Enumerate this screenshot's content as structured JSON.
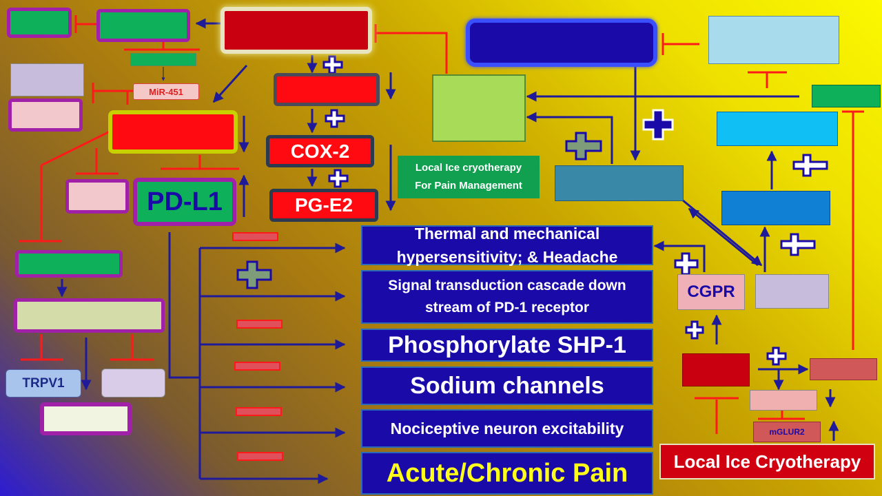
{
  "labels": {
    "mir451": "MiR-451",
    "pdl1": "PD-L1",
    "cox2": "COX-2",
    "pge2": "PG-E2",
    "local_ice_note_line1": "Local Ice cryotherapy",
    "local_ice_note_line2": "For Pain Management",
    "cgpr": "CGPR",
    "trpv1": "TRPV1",
    "mglur2": "mGLUR2",
    "local_ice_cryotherapy": "Local Ice Cryotherapy"
  },
  "outcomes": [
    {
      "text": "Thermal and mechanical hypersensitivity; & Headache"
    },
    {
      "text": "Signal transduction cascade down stream of PD-1 receptor"
    },
    {
      "text": "Phosphorylate SHP-1"
    },
    {
      "text": "Sodium channels"
    },
    {
      "text": "Nociceptive neuron excitability"
    },
    {
      "text": "Acute/Chronic Pain"
    }
  ],
  "signs": {
    "plus": "+",
    "minus": "−"
  },
  "colors": {
    "activation_arrow": "#1e1a9a",
    "inhibition": "#ff1a1a",
    "outcome_box": "#1a0aa8",
    "final_outcome_text": "#ffff1a"
  }
}
